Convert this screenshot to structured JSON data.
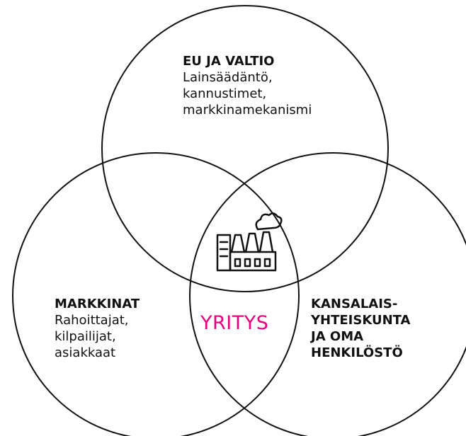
{
  "diagram": {
    "top": {
      "title": "EU JA VALTIO",
      "text": "Lainsäädäntö,\nkannustimet,\nmarkkinamekanismi"
    },
    "left": {
      "title": "MARKKINAT",
      "text": "Rahoittajat,\nkilpailijat,\nasiakkaat"
    },
    "right": {
      "title": "KANSALAIS-\nYHTEISKUNTA\nJA OMA\nHENKILÖSTÖ"
    },
    "center": {
      "label": "YRITYS",
      "icon": "factory-icon"
    }
  },
  "colors": {
    "stroke": "#111111",
    "accent": "#e6007e",
    "background": "#ffffff"
  }
}
